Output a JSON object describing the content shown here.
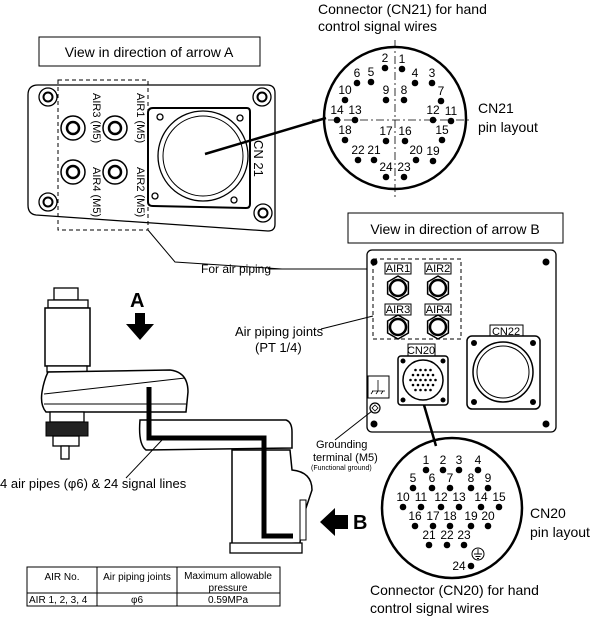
{
  "cn21": {
    "title_line1": "Connector (CN21) for hand",
    "title_line2": "control signal wires",
    "layout_line1": "CN21",
    "layout_line2": "pin layout",
    "pins": [
      "1",
      "2",
      "3",
      "4",
      "5",
      "6",
      "7",
      "8",
      "9",
      "10",
      "11",
      "12",
      "13",
      "14",
      "15",
      "16",
      "17",
      "18",
      "19",
      "20",
      "21",
      "22",
      "23",
      "24"
    ]
  },
  "view_a": {
    "title": "View in direction of arrow A",
    "ports": [
      "AIR1 (M5)",
      "AIR2 (M5)",
      "AIR3 (M5)",
      "AIR4 (M5)"
    ],
    "connector_label": "CN 21",
    "air_piping_label": "For air piping"
  },
  "view_b": {
    "title": "View in direction of arrow B",
    "ports": [
      "AIR1",
      "AIR2",
      "AIR3",
      "AIR4"
    ],
    "cn20_label": "CN20",
    "cn22_label": "CN22",
    "joints_line1": "Air piping joints",
    "joints_line2": "(PT 1/4)",
    "ground_line1": "Grounding",
    "ground_line2": "terminal (M5)",
    "ground_line3": "(Functional ground)"
  },
  "robot": {
    "arrow_a": "A",
    "arrow_b": "B",
    "cable_label": "4 air pipes (φ6) & 24 signal lines"
  },
  "cn20": {
    "title_line1": "Connector (CN20) for hand",
    "title_line2": "control signal wires",
    "layout_line1": "CN20",
    "layout_line2": "pin layout",
    "pins": [
      "1",
      "2",
      "3",
      "4",
      "5",
      "6",
      "7",
      "8",
      "9",
      "10",
      "11",
      "12",
      "13",
      "14",
      "15",
      "16",
      "17",
      "18",
      "19",
      "20",
      "21",
      "22",
      "23",
      "24"
    ]
  },
  "table": {
    "headers": [
      "AIR No.",
      "Air piping joints",
      "Maximum allowable",
      "pressure"
    ],
    "rows": [
      [
        "AIR 1, 2, 3, 4",
        "φ6",
        "0.59MPa"
      ]
    ]
  }
}
